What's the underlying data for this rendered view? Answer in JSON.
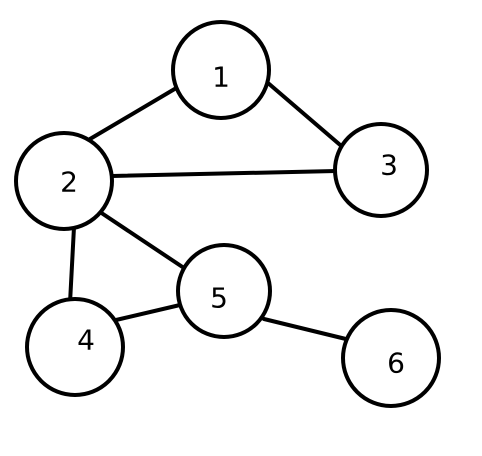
{
  "graph": {
    "nodes": [
      {
        "id": "n1",
        "label": "1"
      },
      {
        "id": "n2",
        "label": "2"
      },
      {
        "id": "n3",
        "label": "3"
      },
      {
        "id": "n4",
        "label": "4"
      },
      {
        "id": "n5",
        "label": "5"
      },
      {
        "id": "n6",
        "label": "6"
      }
    ],
    "edges": [
      {
        "from": "n1",
        "to": "n2"
      },
      {
        "from": "n1",
        "to": "n3"
      },
      {
        "from": "n2",
        "to": "n3"
      },
      {
        "from": "n2",
        "to": "n4"
      },
      {
        "from": "n2",
        "to": "n5"
      },
      {
        "from": "n4",
        "to": "n5"
      },
      {
        "from": "n5",
        "to": "n6"
      }
    ],
    "colors": {
      "stroke": "#000000",
      "fill": "#ffffff",
      "background": "#ffffff"
    }
  }
}
